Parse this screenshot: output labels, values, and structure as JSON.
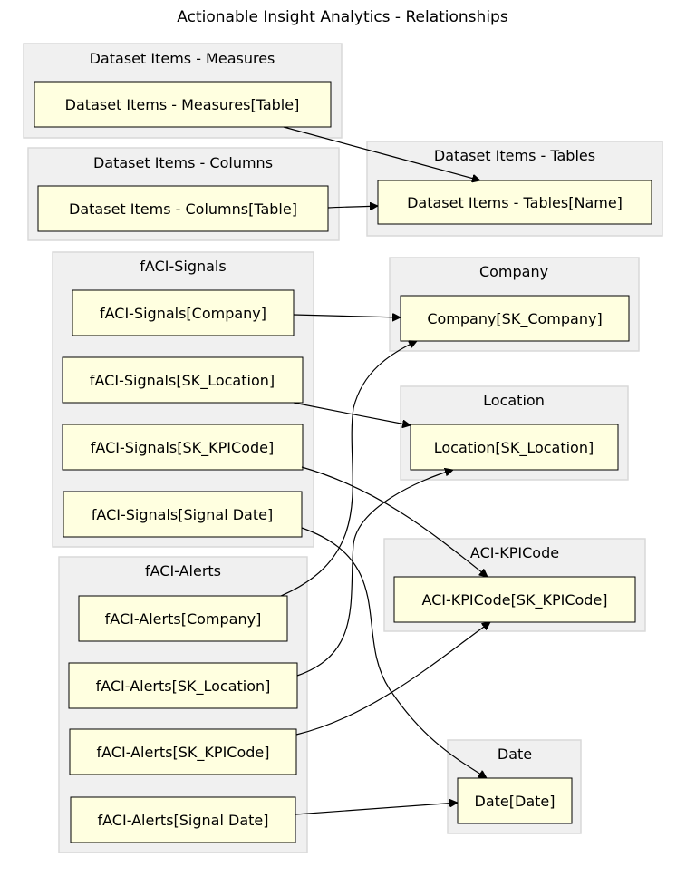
{
  "title": "Actionable Insight Analytics - Relationships",
  "colors": {
    "cluster_fill": "#f0f0f0",
    "cluster_border": "#d9d9d9",
    "node_fill": "#ffffe0",
    "node_border": "#000000",
    "edge": "#000000"
  },
  "clusters": {
    "measures": {
      "label": "Dataset Items - Measures",
      "nodes": {
        "table": "Dataset Items - Measures[Table]"
      }
    },
    "columns": {
      "label": "Dataset Items - Columns",
      "nodes": {
        "table": "Dataset Items - Columns[Table]"
      }
    },
    "tables": {
      "label": "Dataset Items - Tables",
      "nodes": {
        "name": "Dataset Items - Tables[Name]"
      }
    },
    "signals": {
      "label": "fACI-Signals",
      "nodes": {
        "company": "fACI-Signals[Company]",
        "location": "fACI-Signals[SK_Location]",
        "kpicode": "fACI-Signals[SK_KPICode]",
        "date": "fACI-Signals[Signal Date]"
      }
    },
    "company": {
      "label": "Company",
      "nodes": {
        "sk": "Company[SK_Company]"
      }
    },
    "location": {
      "label": "Location",
      "nodes": {
        "sk": "Location[SK_Location]"
      }
    },
    "kpicode": {
      "label": "ACI-KPICode",
      "nodes": {
        "sk": "ACI-KPICode[SK_KPICode]"
      }
    },
    "alerts": {
      "label": "fACI-Alerts",
      "nodes": {
        "company": "fACI-Alerts[Company]",
        "location": "fACI-Alerts[SK_Location]",
        "kpicode": "fACI-Alerts[SK_KPICode]",
        "date": "fACI-Alerts[Signal Date]"
      }
    },
    "date": {
      "label": "Date",
      "nodes": {
        "date": "Date[Date]"
      }
    }
  },
  "edges": [
    {
      "from": "Dataset Items - Measures[Table]",
      "to": "Dataset Items - Tables[Name]"
    },
    {
      "from": "Dataset Items - Columns[Table]",
      "to": "Dataset Items - Tables[Name]"
    },
    {
      "from": "fACI-Signals[Company]",
      "to": "Company[SK_Company]"
    },
    {
      "from": "fACI-Signals[SK_Location]",
      "to": "Location[SK_Location]"
    },
    {
      "from": "fACI-Signals[SK_KPICode]",
      "to": "ACI-KPICode[SK_KPICode]"
    },
    {
      "from": "fACI-Signals[Signal Date]",
      "to": "Date[Date]"
    },
    {
      "from": "fACI-Alerts[Company]",
      "to": "Company[SK_Company]"
    },
    {
      "from": "fACI-Alerts[SK_Location]",
      "to": "Location[SK_Location]"
    },
    {
      "from": "fACI-Alerts[SK_KPICode]",
      "to": "ACI-KPICode[SK_KPICode]"
    },
    {
      "from": "fACI-Alerts[Signal Date]",
      "to": "Date[Date]"
    }
  ]
}
